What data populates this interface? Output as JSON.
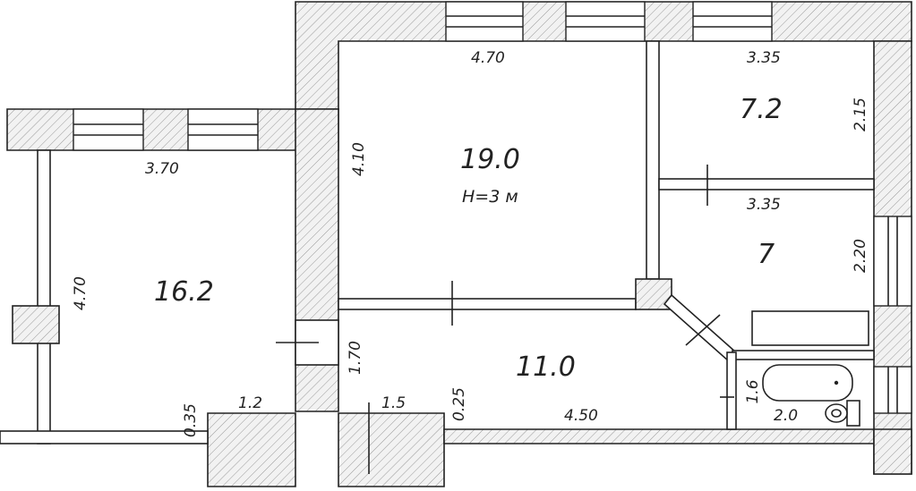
{
  "rooms": {
    "living_16": {
      "area": "16.2",
      "width": "3.70",
      "length": "4.70"
    },
    "living_19": {
      "area": "19.0",
      "width": "4.70",
      "length": "4.10",
      "ceiling": "H=3 м"
    },
    "bedroom_7_2": {
      "area": "7.2",
      "width": "3.35",
      "length": "2.15"
    },
    "kitchen_7": {
      "area": "7",
      "width": "3.35",
      "length": "2.20"
    },
    "hall": {
      "area": "11.0",
      "width": "4.50",
      "length": "1.70"
    },
    "bathroom": {
      "width": "2.0",
      "length": "1.6"
    }
  },
  "dims": {
    "wall_offset_a": "0.35",
    "wall_offset_b": "1.2",
    "door_width": "1.5",
    "hall_offset": "0.25"
  }
}
